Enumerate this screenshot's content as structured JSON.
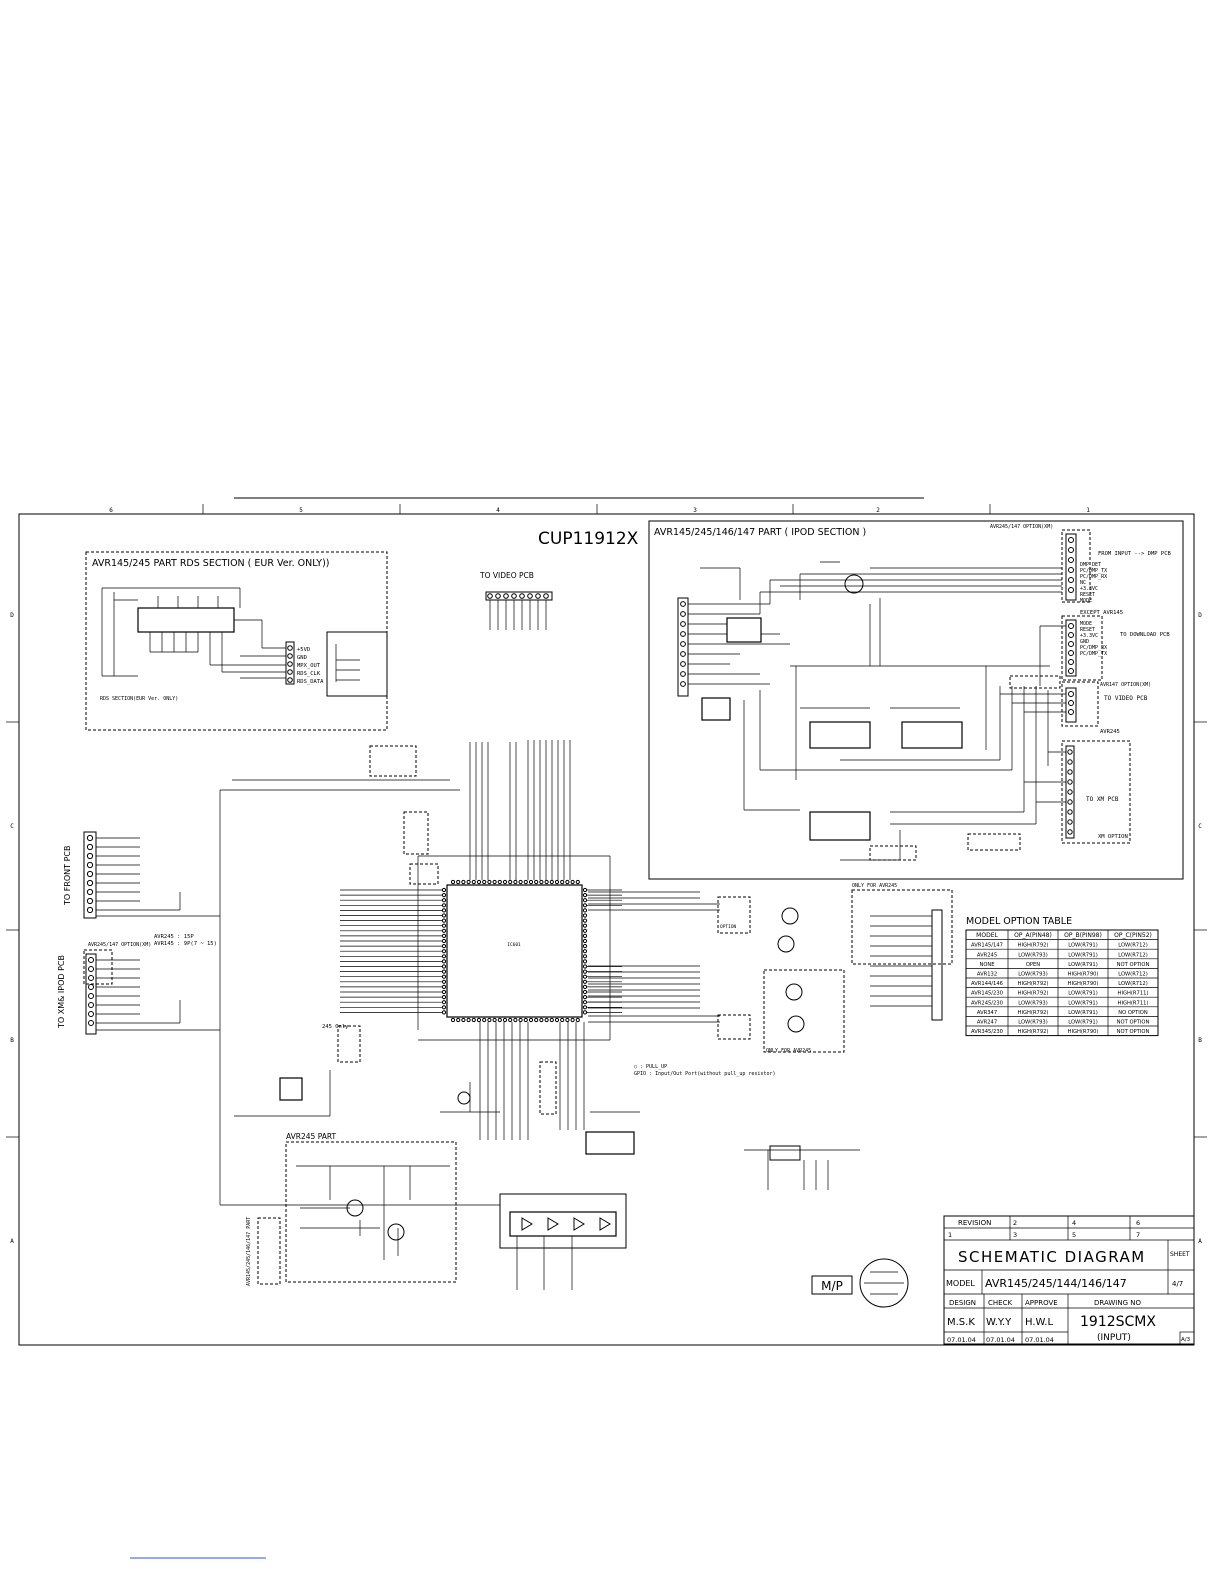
{
  "frame": {
    "columns": [
      "6",
      "5",
      "4",
      "3",
      "2",
      "1"
    ],
    "rows": [
      "D",
      "C",
      "B",
      "A"
    ]
  },
  "title": {
    "drawing_code": "CUP11912X"
  },
  "rds_section": {
    "title": "AVR145/245 PART RDS SECTION ( EUR Ver. ONLY))",
    "note": "RDS SECTION(EUR Ver. ONLY)",
    "signals": [
      "+5VD",
      "GND",
      "MPX_OUT",
      "RDS_CLK",
      "RDS_DATA"
    ]
  },
  "video_pcb": {
    "label": "TO VIDEO PCB"
  },
  "ipod_section": {
    "title": "AVR145/245/146/147 PART ( IPOD SECTION )",
    "option_label": "AVR245/147 OPTION(XM)",
    "from_input": "FROM INPUT --> DMP PCB",
    "input_signals": [
      "DMP_DET",
      "PC/DMP_TX",
      "PC/DMP_RX",
      "NC",
      "+3.3VC",
      "RESET",
      "MODE"
    ],
    "except_label": "EXCEPT AVR145",
    "download_signals": [
      "MODE",
      "RESET",
      "+3.3VC",
      "GND",
      "PC/DMP_RX",
      "PC/DMP_TX"
    ],
    "to_download": "TO DOWNLOAD PCB",
    "avr147_option": "AVR147 OPTION(XM)",
    "to_video": "TO VIDEO PCB",
    "avr245": "AVR245",
    "to_xm": "TO XM PCB",
    "xm_option": "XM OPTION"
  },
  "left_connectors": {
    "front": "TO FRONT PCB",
    "xm_ipod": "TO XM& IPOD PCB",
    "option": "AVR245/147 OPTION(XM)",
    "pin_note_1": "AVR245 : 15P",
    "pin_note_2": "AVR145 : 9P(7 ~ 15)",
    "only_245": "245 Only"
  },
  "mcu": {
    "label": "IC601",
    "gpio_note_1": "○ : PULL_UP",
    "gpio_note_2": "GPIO : Input/Out Port(without pull_up resistor)"
  },
  "options": {
    "only_245_top": "ONLY FOR AVR245",
    "only_245_bottom": "ONLY FOR AVR245",
    "option_label": "OPTION"
  },
  "model_option_table": {
    "title": "MODEL OPTION TABLE",
    "headers": [
      "MODEL",
      "OP_A(PIN48)",
      "OP_B(PIN98)",
      "OP_C(PIN52)"
    ],
    "rows": [
      [
        "AVR145/147",
        "HIGH(R792)",
        "LOW(R791)",
        "LOW(R712)"
      ],
      [
        "AVR245",
        "LOW(R793)",
        "LOW(R791)",
        "LOW(R712)"
      ],
      [
        "NONE",
        "OPEN",
        "LOW(R791)",
        "NOT OPTION"
      ],
      [
        "AVR132",
        "LOW(R793)",
        "HIGH(R790)",
        "LOW(R712)"
      ],
      [
        "AVR144/146",
        "HIGH(R792)",
        "HIGH(R790)",
        "LOW(R712)"
      ],
      [
        "AVR145/230",
        "HIGH(R792)",
        "LOW(R791)",
        "HIGH(R711)"
      ],
      [
        "AVR245/230",
        "LOW(R793)",
        "LOW(R791)",
        "HIGH(R711)"
      ],
      [
        "AVR347",
        "HIGH(R792)",
        "LOW(R791)",
        "NO OPTION"
      ],
      [
        "AVR247",
        "LOW(R793)",
        "LOW(R791)",
        "NOT OPTION"
      ],
      [
        "AVR345/230",
        "HIGH(R792)",
        "HIGH(R790)",
        "NOT OPTION"
      ]
    ]
  },
  "avr245_part": {
    "title": "AVR245 PART",
    "side_label": "AVR145/245/146/147 PART"
  },
  "logo": {
    "mp": "M/P"
  },
  "title_block": {
    "revision_label": "REVISION",
    "revision_cells": [
      "1",
      "2",
      "3",
      "4",
      "5",
      "6",
      "7"
    ],
    "title": "SCHEMATIC DIAGRAM",
    "sheet_label": "SHEET",
    "sheet_num": "4/7",
    "model_label": "MODEL",
    "model_value": "AVR145/245/144/146/147",
    "design_label": "DESIGN",
    "check_label": "CHECK",
    "approve_label": "APPROVE",
    "drawing_no_label": "DRAWING NO",
    "design_name": "M.S.K",
    "check_name": "W.Y.Y",
    "approve_name": "H.W.L",
    "drawing_no": "1912SCMX",
    "drawing_sub": "(INPUT)",
    "design_date": "07.01.04",
    "check_date": "07.01.04",
    "approve_date": "07.01.04",
    "corner": "A/3"
  }
}
